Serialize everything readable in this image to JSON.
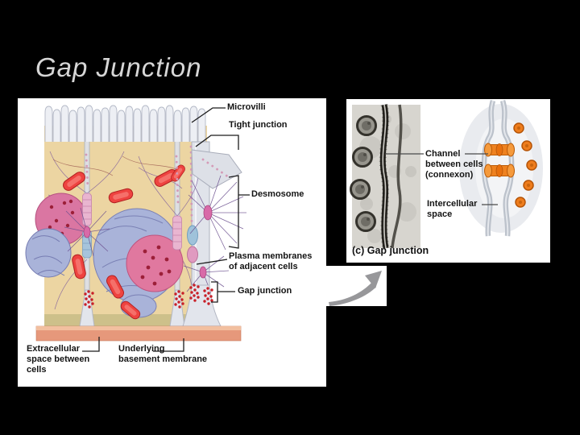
{
  "slide": {
    "title": "Gap Junction"
  },
  "colors": {
    "background": "#000000",
    "title_text": "#d6d6d6",
    "panel_background": "#ffffff",
    "label_text": "#141414",
    "cell_cytoplasm_tan": "#ecd5a2",
    "membrane_gray": "#e0e3ea",
    "mitochondria_red": "#ee4340",
    "nucleus_pink": "#e0789f",
    "endoplasmic_reticulum_blue": "#a9b3d9",
    "basement_membrane_salmon": "#e6987b",
    "gap_junction_dots_red": "#c81f28",
    "connexon_orange": "#ef8220",
    "callout_arrow_gray": "#97979a"
  },
  "left_figure": {
    "labels": {
      "microvilli": "Microvilli",
      "tight_junction": "Tight junction",
      "desmosome": "Desmosome",
      "plasma_membranes": "Plasma membranes\nof adjacent cells",
      "gap_junction": "Gap junction",
      "extracellular_space": "Extracellular\nspace between\ncells",
      "basement_membrane": "Underlying\nbasement membrane"
    }
  },
  "right_figure": {
    "labels": {
      "channel": "Channel\nbetween cells\n(connexon)",
      "intercellular_space": "Intercellular\nspace"
    },
    "caption": "(c) Gap junction"
  }
}
